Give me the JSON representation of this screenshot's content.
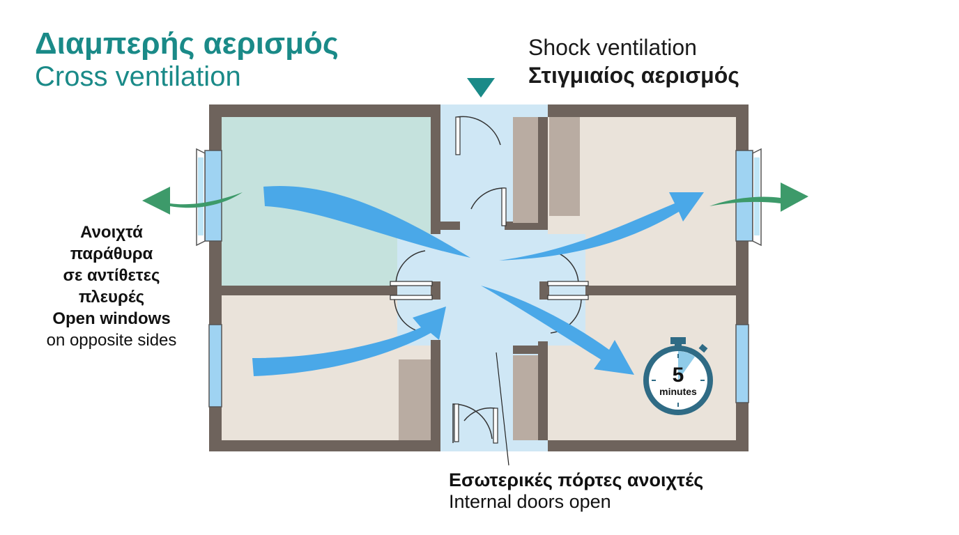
{
  "header": {
    "title_greek": "Διαμπερής αερισμός",
    "title_english": "Cross ventilation"
  },
  "shock": {
    "english": "Shock ventilation",
    "greek": "Στιγμιαίος αερισμός"
  },
  "windows_note": {
    "line1": "Ανοιχτά",
    "line2": "παράθυρα",
    "line3": "σε αντίθετες",
    "line4": "πλευρές",
    "line5": "Open windows",
    "line6": "on opposite sides"
  },
  "doors_note": {
    "greek": "Εσωτερικές πόρτες ανοιχτές",
    "english": "Internal doors open"
  },
  "timer": {
    "value": "5",
    "unit": "minutes"
  },
  "colors": {
    "teal": "#1a8a88",
    "wall": "#6e635c",
    "airflow": "#4aa8e8",
    "outflow": "#3d9a6a",
    "corridor": "#cfe7f5",
    "room_green": "#c5e2dd",
    "room_beige": "#eae3da",
    "furniture": "#b9aca2"
  }
}
